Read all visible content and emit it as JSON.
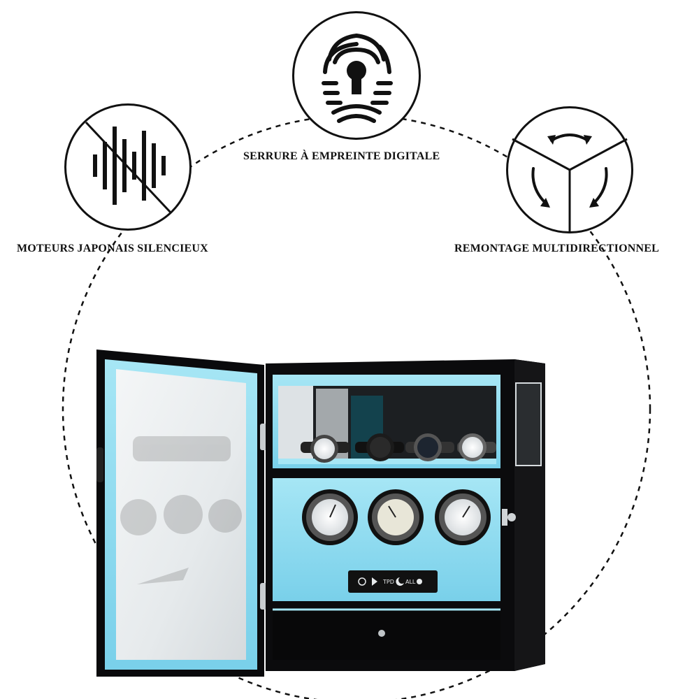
{
  "features": [
    {
      "icon": "no-noise-icon",
      "label": "MOTEURS JAPONAIS SILENCIEUX"
    },
    {
      "icon": "fingerprint-lock-icon",
      "label": "SERRURE À EMPREINTE DIGITALE"
    },
    {
      "icon": "multidirectional-rotation-icon",
      "label": "REMONTAGE MULTIDIRECTIONNEL"
    }
  ],
  "product": {
    "name": "watch-winder-cabinet",
    "accent_color": "#8fdcf0",
    "body_color": "#0b0b0d",
    "winder_count": 3,
    "storage_watch_count": 4,
    "control_panel_icons": [
      "power-icon",
      "play-icon",
      "tpd-icon",
      "moon-icon",
      "all-icon",
      "light-icon"
    ],
    "control_panel_labels": [
      "TPD",
      "ALL"
    ]
  }
}
